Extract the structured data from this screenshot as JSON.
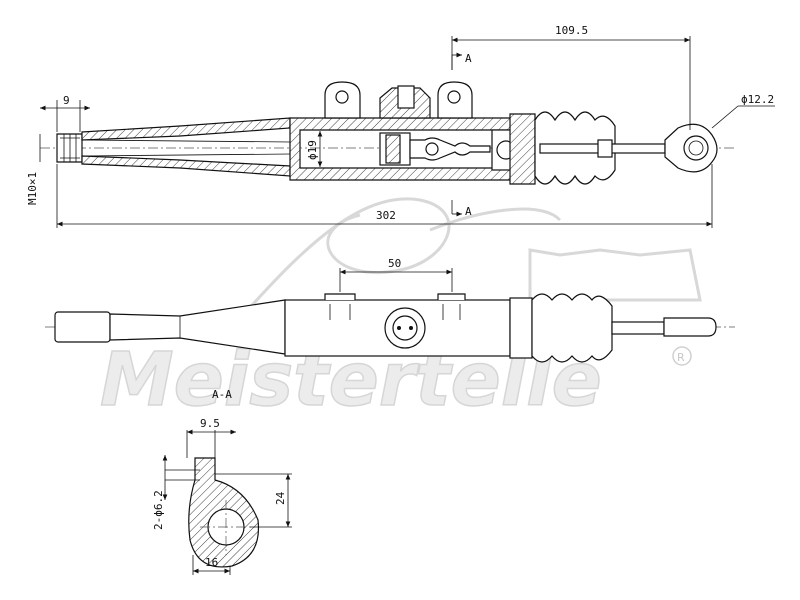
{
  "watermark": {
    "brand": "Meistertelle",
    "registered": "R"
  },
  "top_view": {
    "dims": {
      "d_9": "9",
      "d_109_5": "109.5",
      "d_phi12_2": "ϕ12.2",
      "d_phi19": "ϕ19",
      "d_m10": "M10×1",
      "d_302": "302"
    },
    "section_marks": {
      "upper": "A",
      "lower": "A"
    }
  },
  "middle_view": {
    "dims": {
      "d_50": "50"
    }
  },
  "section_view": {
    "title": "A-A",
    "dims": {
      "d_9_5": "9.5",
      "d_24": "24",
      "d_16": "16",
      "d_2phi6_2": "2-ϕ6.2"
    }
  }
}
